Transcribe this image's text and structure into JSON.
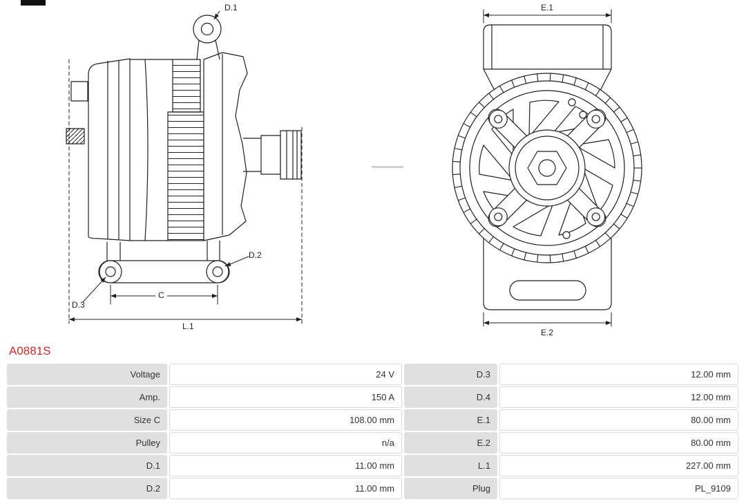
{
  "part_number": "A0881S",
  "colors": {
    "part_number_red": "#cc2a2a",
    "table_label_bg": "#e0e0e0",
    "table_value_border": "#d9d9d9",
    "drawing_stroke": "#1f1f1f"
  },
  "diagrams": {
    "side_view": {
      "labels": {
        "d1": "D.1",
        "d2": "D.2",
        "d3": "D.3",
        "c": "C",
        "l1": "L.1"
      }
    },
    "front_view": {
      "labels": {
        "e1": "E.1",
        "e2": "E.2"
      }
    }
  },
  "specs": {
    "rows": [
      {
        "label_left": "Voltage",
        "value_left": "24 V",
        "label_right": "D.3",
        "value_right": "12.00 mm"
      },
      {
        "label_left": "Amp.",
        "value_left": "150 A",
        "label_right": "D.4",
        "value_right": "12.00 mm"
      },
      {
        "label_left": "Size C",
        "value_left": "108.00 mm",
        "label_right": "E.1",
        "value_right": "80.00 mm"
      },
      {
        "label_left": "Pulley",
        "value_left": "n/a",
        "label_right": "E.2",
        "value_right": "80.00 mm"
      },
      {
        "label_left": "D.1",
        "value_left": "11.00 mm",
        "label_right": "L.1",
        "value_right": "227.00 mm"
      },
      {
        "label_left": "D.2",
        "value_left": "11.00 mm",
        "label_right": "Plug",
        "value_right": "PL_9109"
      }
    ]
  }
}
